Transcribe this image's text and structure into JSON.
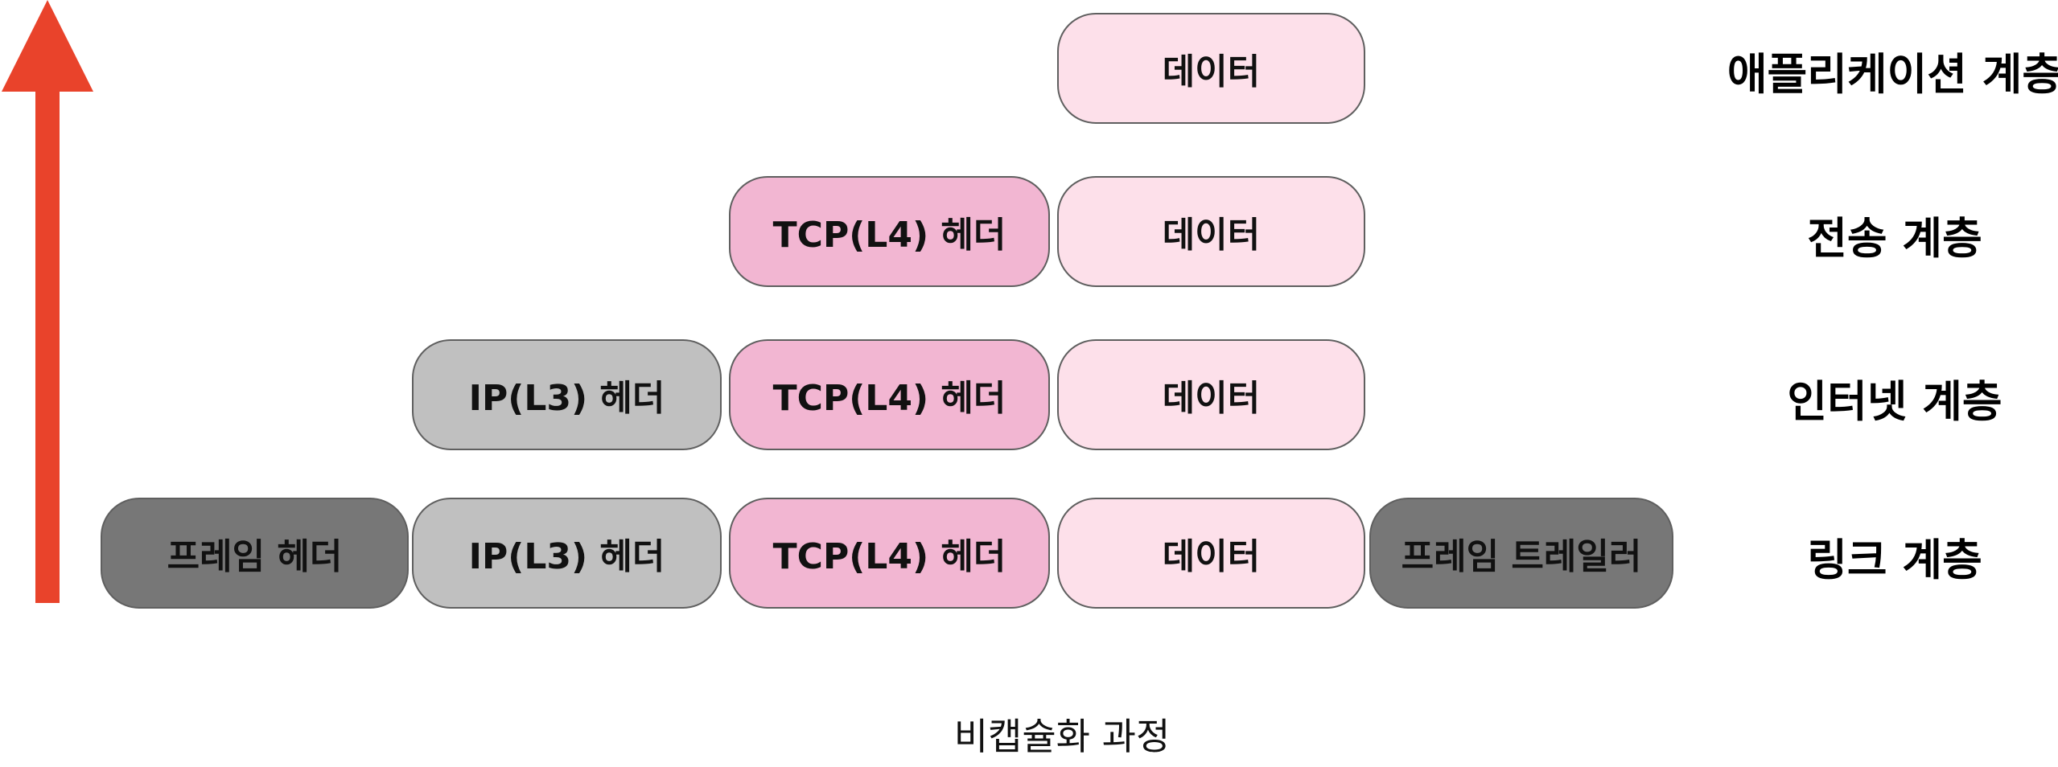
{
  "colors": {
    "arrow": "#e9432b",
    "data": "#fde0ea",
    "tcp_header": "#f2b6d2",
    "ip_header": "#c0c0c0",
    "frame": "#777777",
    "border": "#5f5f5f"
  },
  "layers": [
    {
      "label": "애플리케이션 계층",
      "boxes": [
        {
          "kind": "data",
          "text": "데이터"
        }
      ]
    },
    {
      "label": "전송 계층",
      "boxes": [
        {
          "kind": "tcp",
          "text": "TCP(L4) 헤더"
        },
        {
          "kind": "data",
          "text": "데이터"
        }
      ]
    },
    {
      "label": "인터넷 계층",
      "boxes": [
        {
          "kind": "ip",
          "text": "IP(L3) 헤더"
        },
        {
          "kind": "tcp",
          "text": "TCP(L4) 헤더"
        },
        {
          "kind": "data",
          "text": "데이터"
        }
      ]
    },
    {
      "label": "링크 계층",
      "boxes": [
        {
          "kind": "frame",
          "text": "프레임 헤더"
        },
        {
          "kind": "ip",
          "text": "IP(L3) 헤더"
        },
        {
          "kind": "tcp",
          "text": "TCP(L4) 헤더"
        },
        {
          "kind": "data",
          "text": "데이터"
        },
        {
          "kind": "frame",
          "text": "프레임 트레일러"
        }
      ]
    }
  ],
  "caption": "비캡슐화 과정"
}
